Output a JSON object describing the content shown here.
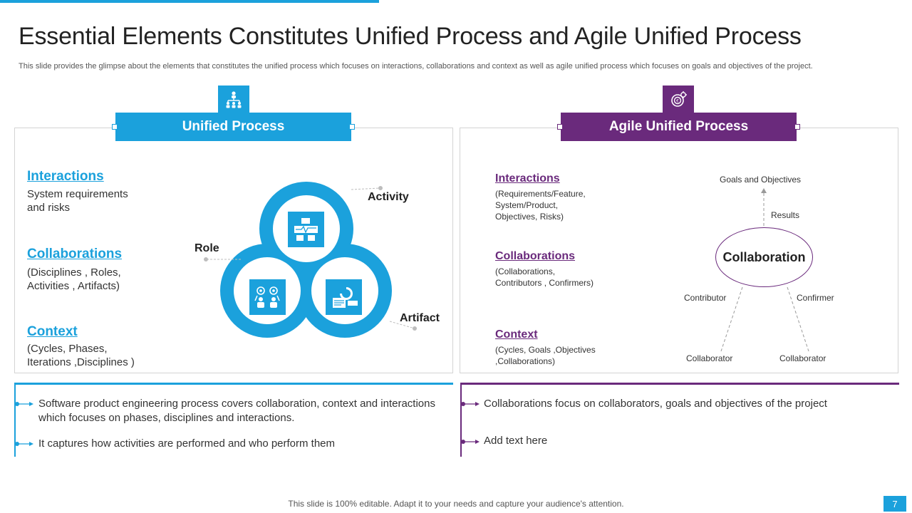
{
  "title": "Essential Elements Constitutes Unified Process and Agile Unified Process",
  "subtitle": "This slide provides the glimpse about the elements that constitutes the unified process which focuses on interactions, collaborations and context as well as agile unified process which focuses on goals and objectives of the project.",
  "colors": {
    "blue": "#1ba1dc",
    "purple": "#6a2a7c"
  },
  "left": {
    "header": "Unified Process",
    "icon": "org-chart-icon",
    "sections": [
      {
        "heading": "Interactions",
        "lines": [
          "System requirements",
          "and risks"
        ]
      },
      {
        "heading": "Collaborations",
        "lines": [
          "(Disciplines , Roles,",
          "Activities , Artifacts)"
        ]
      },
      {
        "heading": "Context",
        "lines": [
          "(Cycles, Phases,",
          "Iterations ,Disciplines )"
        ]
      }
    ],
    "diagram": {
      "activity": "Activity",
      "role": "Role",
      "artifact": "Artifact"
    },
    "bullets": [
      "Software product engineering process covers collaboration, context and interactions which focuses on phases, disciplines and interactions.",
      "It captures how activities are performed and who perform them"
    ]
  },
  "right": {
    "header": "Agile Unified Process",
    "icon": "gear-target-icon",
    "sections": [
      {
        "heading": "Interactions",
        "lines": [
          "(Requirements/Feature,",
          "System/Product,",
          "Objectives, Risks)"
        ]
      },
      {
        "heading": "Collaborations",
        "lines": [
          "(Collaborations,",
          "Contributors  , Confirmers)"
        ]
      },
      {
        "heading": "Context",
        "lines": [
          "(Cycles, Goals ,Objectives",
          ",Collaborations)"
        ]
      }
    ],
    "diagram": {
      "goals": "Goals and Objectives",
      "results": "Results",
      "center": "Collaboration",
      "contributor": "Contributor",
      "confirmer": "Confirmer",
      "collaborator_left": "Collaborator",
      "collaborator_right": "Collaborator"
    },
    "bullets": [
      "Collaborations focus on collaborators, goals and objectives of the project",
      "Add text here"
    ]
  },
  "footer": "This slide is 100% editable. Adapt it to your needs and capture your audience's attention.",
  "page_number": "7"
}
